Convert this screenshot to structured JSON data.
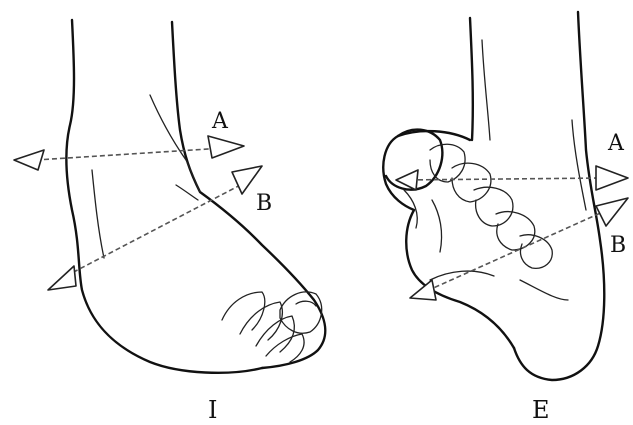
{
  "panels": [
    {
      "id": "I",
      "caption": "I",
      "axes": [
        {
          "label": "A"
        },
        {
          "label": "B"
        }
      ]
    },
    {
      "id": "E",
      "caption": "E",
      "axes": [
        {
          "label": "A"
        },
        {
          "label": "B"
        }
      ]
    }
  ],
  "colors": {
    "line": "#111111",
    "axis": "#555555",
    "background": "#ffffff"
  }
}
